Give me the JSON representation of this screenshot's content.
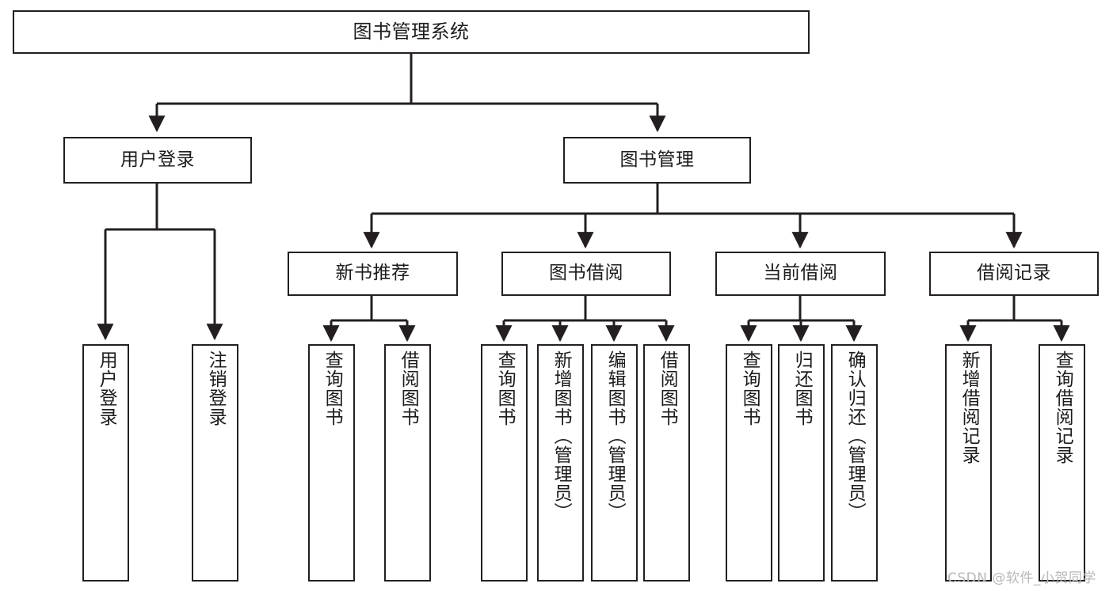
{
  "diagram": {
    "title": "图书管理系统",
    "type": "tree-hierarchy-diagram",
    "root": {
      "label": "图书管理系统"
    },
    "level2": [
      {
        "label": "用户登录"
      },
      {
        "label": "图书管理"
      }
    ],
    "level3": [
      {
        "label": "新书推荐"
      },
      {
        "label": "图书借阅"
      },
      {
        "label": "当前借阅"
      },
      {
        "label": "借阅记录"
      }
    ],
    "leaves": {
      "user_login": [
        {
          "label": "用户登录"
        },
        {
          "label": "注销登录"
        }
      ],
      "new_book_recommend": [
        {
          "label": "查询图书"
        },
        {
          "label": "借阅图书"
        }
      ],
      "book_borrow": [
        {
          "label": "查询图书"
        },
        {
          "label": "新增图书（管理员）"
        },
        {
          "label": "编辑图书（管理员）"
        },
        {
          "label": "借阅图书"
        }
      ],
      "current_borrow": [
        {
          "label": "查询图书"
        },
        {
          "label": "归还图书"
        },
        {
          "label": "确认归还（管理员）"
        }
      ],
      "borrow_record": [
        {
          "label": "新增借阅记录"
        },
        {
          "label": "查询借阅记录"
        }
      ]
    }
  },
  "watermark": {
    "text": "CSDN @软件_小贺同学"
  },
  "colors": {
    "stroke": "#231f20",
    "background": "#ffffff",
    "text": "#1c1c1c",
    "watermark": "#b8b8b8"
  }
}
